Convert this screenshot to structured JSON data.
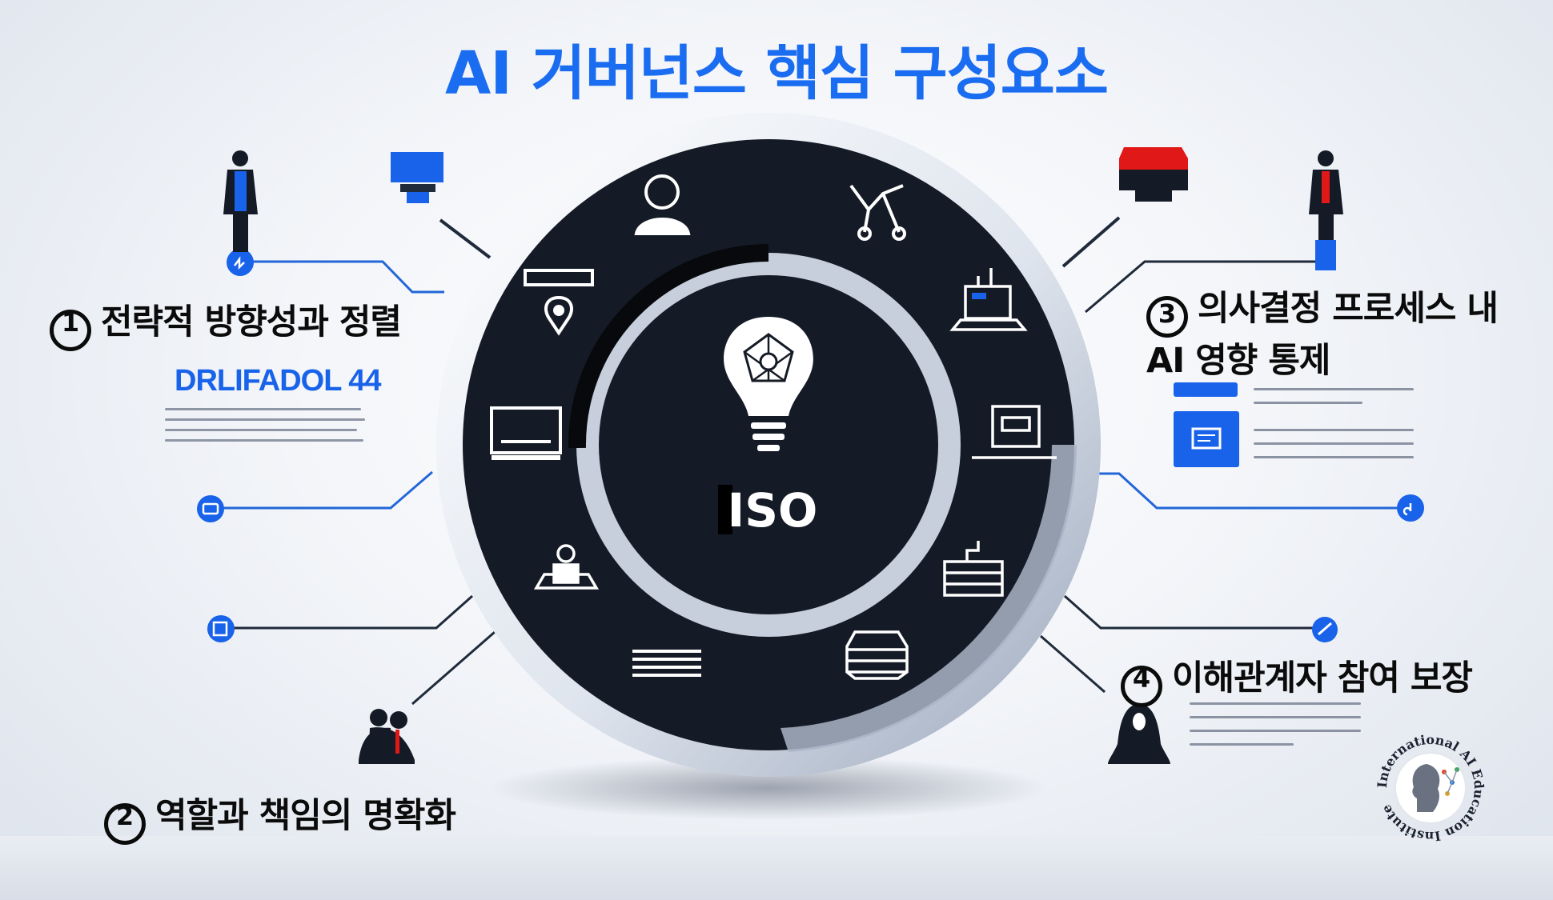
{
  "title": "AI 거버넌스 핵심 구성요소",
  "center": {
    "text": "ISO"
  },
  "items": [
    {
      "number": "①",
      "text": "전략적 방향성과 정렬"
    },
    {
      "number": "②",
      "text": "역할과 책임의 명확화"
    },
    {
      "number": "③",
      "text": "의사결정 프로세스 내",
      "text2": "AI 영향 통제"
    },
    {
      "number": "④",
      "text": "이해관계자 참여 보장"
    }
  ],
  "left_heading": "DRLIFADOL 44",
  "logo": {
    "text": "International AI Education Institute"
  },
  "colors": {
    "title": "#1a6cf0",
    "accent_blue": "#1863ea",
    "dark_ring": "#151b26",
    "silver_ring": "#c7cfdc",
    "line_blue": "#2266d8",
    "line_dark": "#1f2a3a",
    "red": "#e01818"
  },
  "icons": [
    "person-icon",
    "network-nodes-icon",
    "desktop-printer-icon",
    "laptop-icon",
    "shelf-icon",
    "server-icon",
    "list-icon",
    "presenter-icon",
    "monitor-icon",
    "location-pin-icon",
    "lightbulb-icon",
    "businessman-icon",
    "woman-icon",
    "logo-emblem-icon"
  ]
}
